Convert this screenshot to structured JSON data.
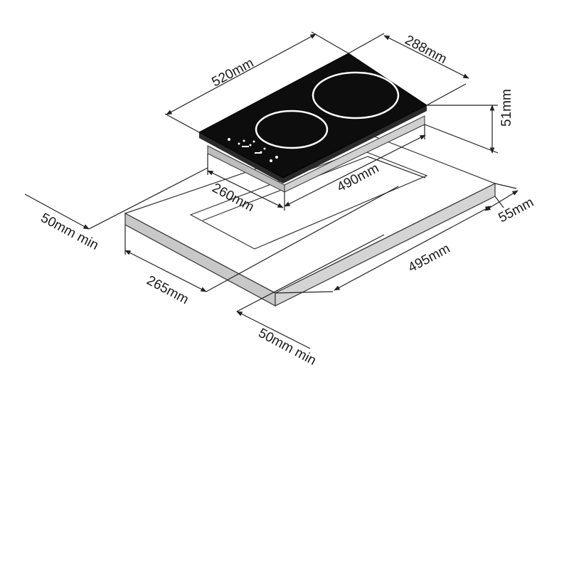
{
  "dimensions": {
    "top_width": "520mm",
    "top_depth": "288mm",
    "height": "51mm",
    "cutout_width": "490mm",
    "cutout_depth": "260mm",
    "counter_thickness": "55mm",
    "counter_width": "495mm",
    "counter_depth": "265mm",
    "clearance_side": "50mm min",
    "clearance_front": "50mm min"
  },
  "colors": {
    "glass": "#0d0d0d",
    "counter_side": "#c8c8c8",
    "counter_top": "#ffffff",
    "line": "#222222"
  }
}
